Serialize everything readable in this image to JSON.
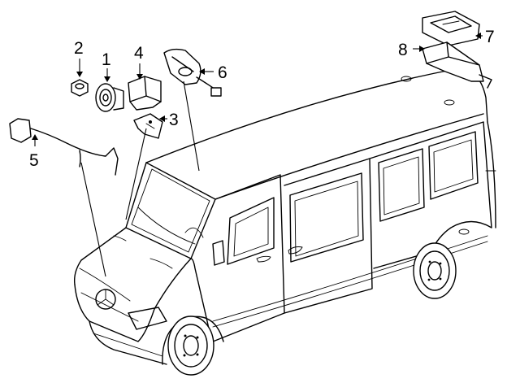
{
  "callouts": [
    {
      "id": "1",
      "label": "1",
      "part": "horn"
    },
    {
      "id": "2",
      "label": "2",
      "part": "nut"
    },
    {
      "id": "3",
      "label": "3",
      "part": "bracket"
    },
    {
      "id": "4",
      "label": "4",
      "part": "module"
    },
    {
      "id": "5",
      "label": "5",
      "part": "wiring-harness"
    },
    {
      "id": "6",
      "label": "6",
      "part": "lamp-assembly"
    },
    {
      "id": "7",
      "label": "7",
      "part": "lamp-housing"
    },
    {
      "id": "8",
      "label": "8",
      "part": "lamp-bracket"
    }
  ]
}
